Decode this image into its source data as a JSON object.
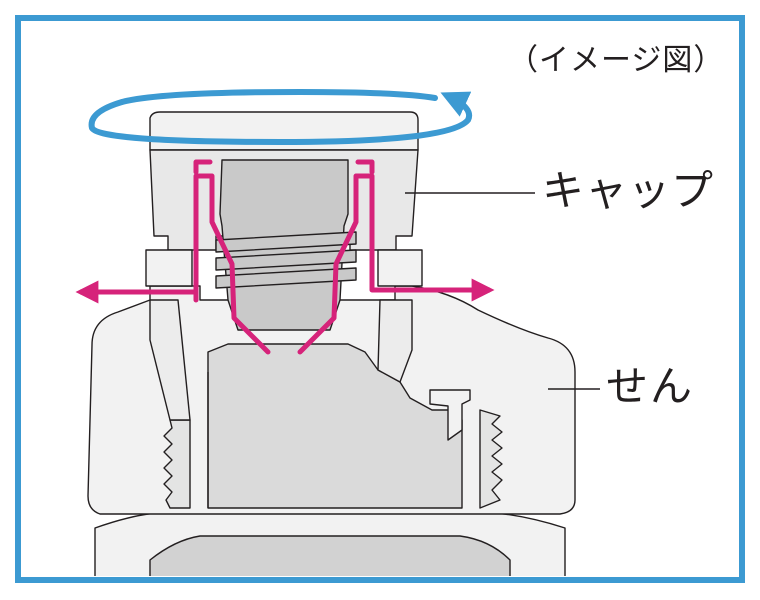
{
  "figure": {
    "note": "（イメージ図）",
    "labels": {
      "cap": "キャップ",
      "plug": "せん"
    }
  },
  "colors": {
    "frame": "#3c9ad2",
    "rotation_arrow": "#3c9ad2",
    "flow_arrow": "#d6237a",
    "outline": "#231f20",
    "fill_light": "#f0f0f0",
    "fill_mid": "#d9d9d9",
    "fill_dark": "#c4c4c4"
  },
  "icons": {
    "rotation": "rotate-arrow-icon",
    "flow": "double-headed-arrow-icon"
  }
}
